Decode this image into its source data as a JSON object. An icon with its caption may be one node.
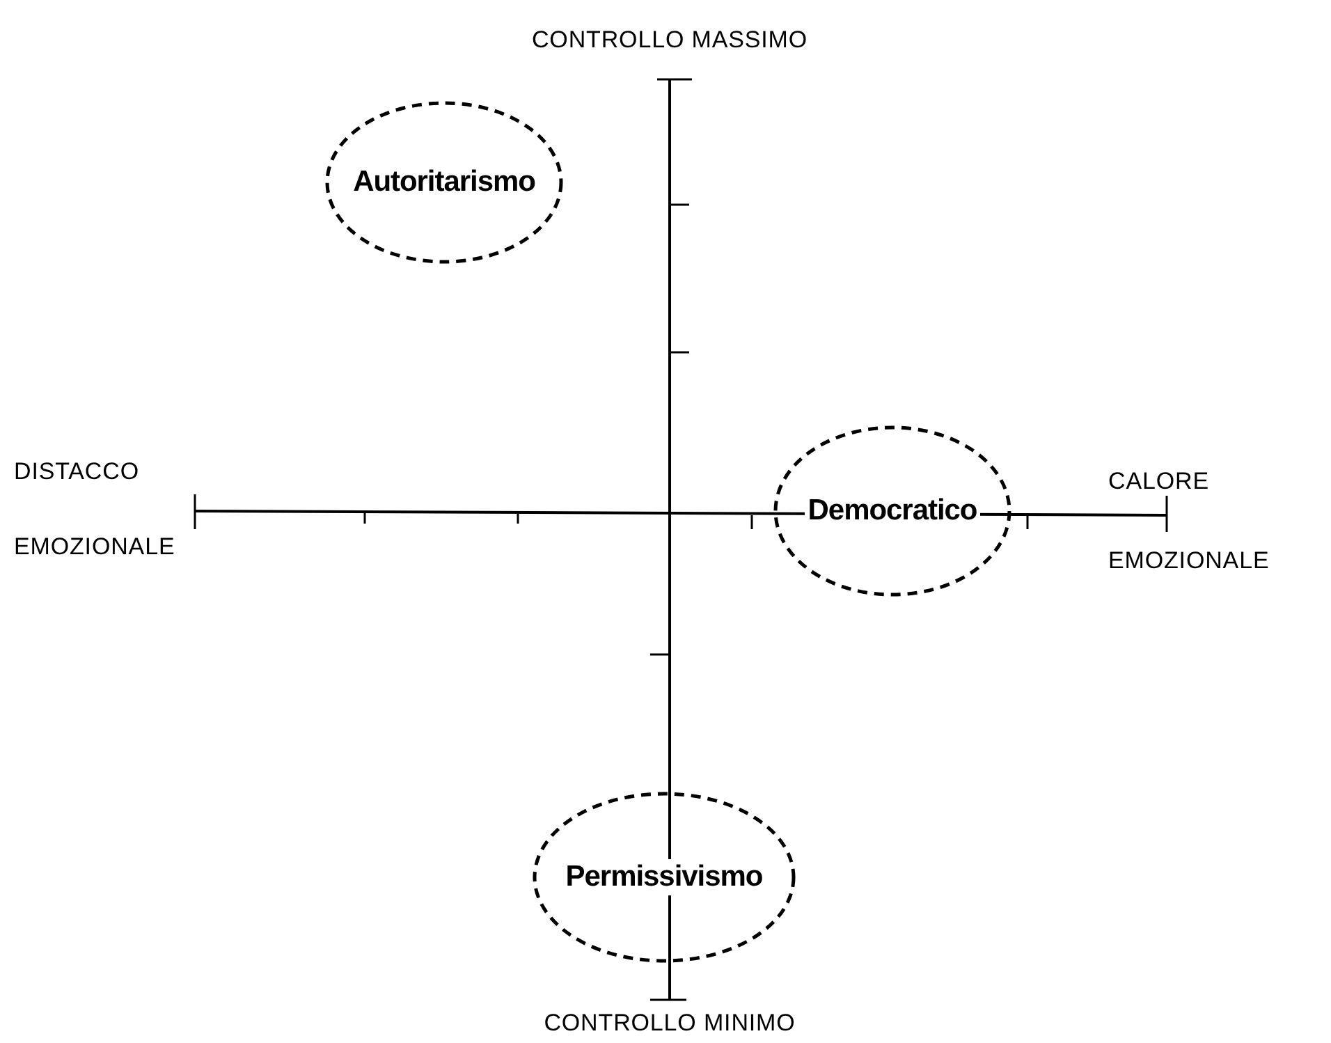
{
  "diagram": {
    "nodes": [
      {
        "text": [
          "Autoritarismo"
        ]
      },
      {
        "text": [
          "Democratico"
        ]
      },
      {
        "text": [
          "Permissivismo"
        ]
      }
    ],
    "labels": [
      "CONTROLLO MASSIMO",
      "DISTACCO",
      "EMOZIONALE",
      "CALORE",
      "EMOZIONALE",
      "CONTROLLO MINIMO"
    ]
  }
}
